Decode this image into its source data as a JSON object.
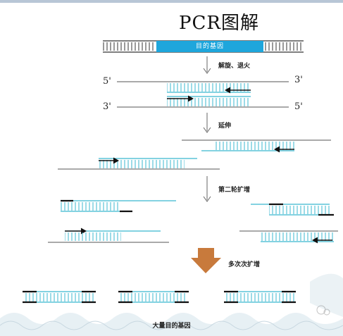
{
  "title": "PCR图解",
  "gene_label": "目的基因",
  "steps": {
    "denature_anneal": "解旋、退火",
    "extend": "延伸",
    "second_round": "第二轮扩增",
    "multi_round": "多次次扩增"
  },
  "ends": {
    "top_left": "5'",
    "top_right": "3'",
    "bottom_left": "3'",
    "bottom_right": "5'"
  },
  "result_label": "大量目的基因",
  "colors": {
    "strand_cyan": "#39b7cf",
    "gene_blue": "#1ea6dc",
    "arrow_down": "#c87a3c",
    "dark_line": "#333333"
  }
}
